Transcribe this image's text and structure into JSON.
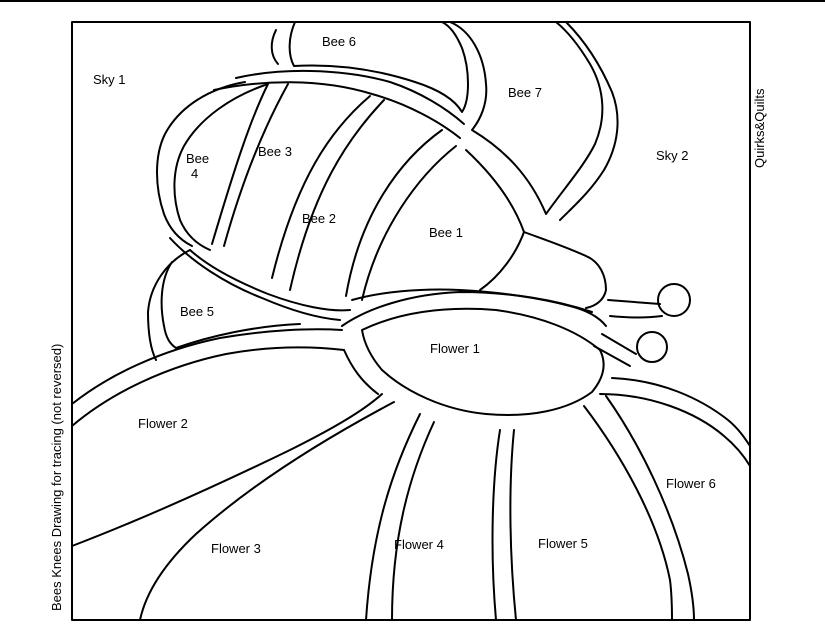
{
  "side_caption": "Bees Knees Drawing for tracing (not reversed)",
  "credit": "Quirks&Quilts",
  "regions": {
    "sky_1": "Sky 1",
    "sky_2": "Sky 2",
    "bee_1": "Bee 1",
    "bee_2": "Bee 2",
    "bee_3": "Bee 3",
    "bee_4_line1": "Bee",
    "bee_4_line2": "4",
    "bee_5": "Bee 5",
    "bee_6": "Bee 6",
    "bee_7": "Bee 7",
    "flower_1": "Flower 1",
    "flower_2": "Flower 2",
    "flower_3": "Flower 3",
    "flower_4": "Flower 4",
    "flower_5": "Flower 5",
    "flower_6": "Flower 6"
  },
  "colors": {
    "line": "#000000",
    "background": "#ffffff"
  }
}
